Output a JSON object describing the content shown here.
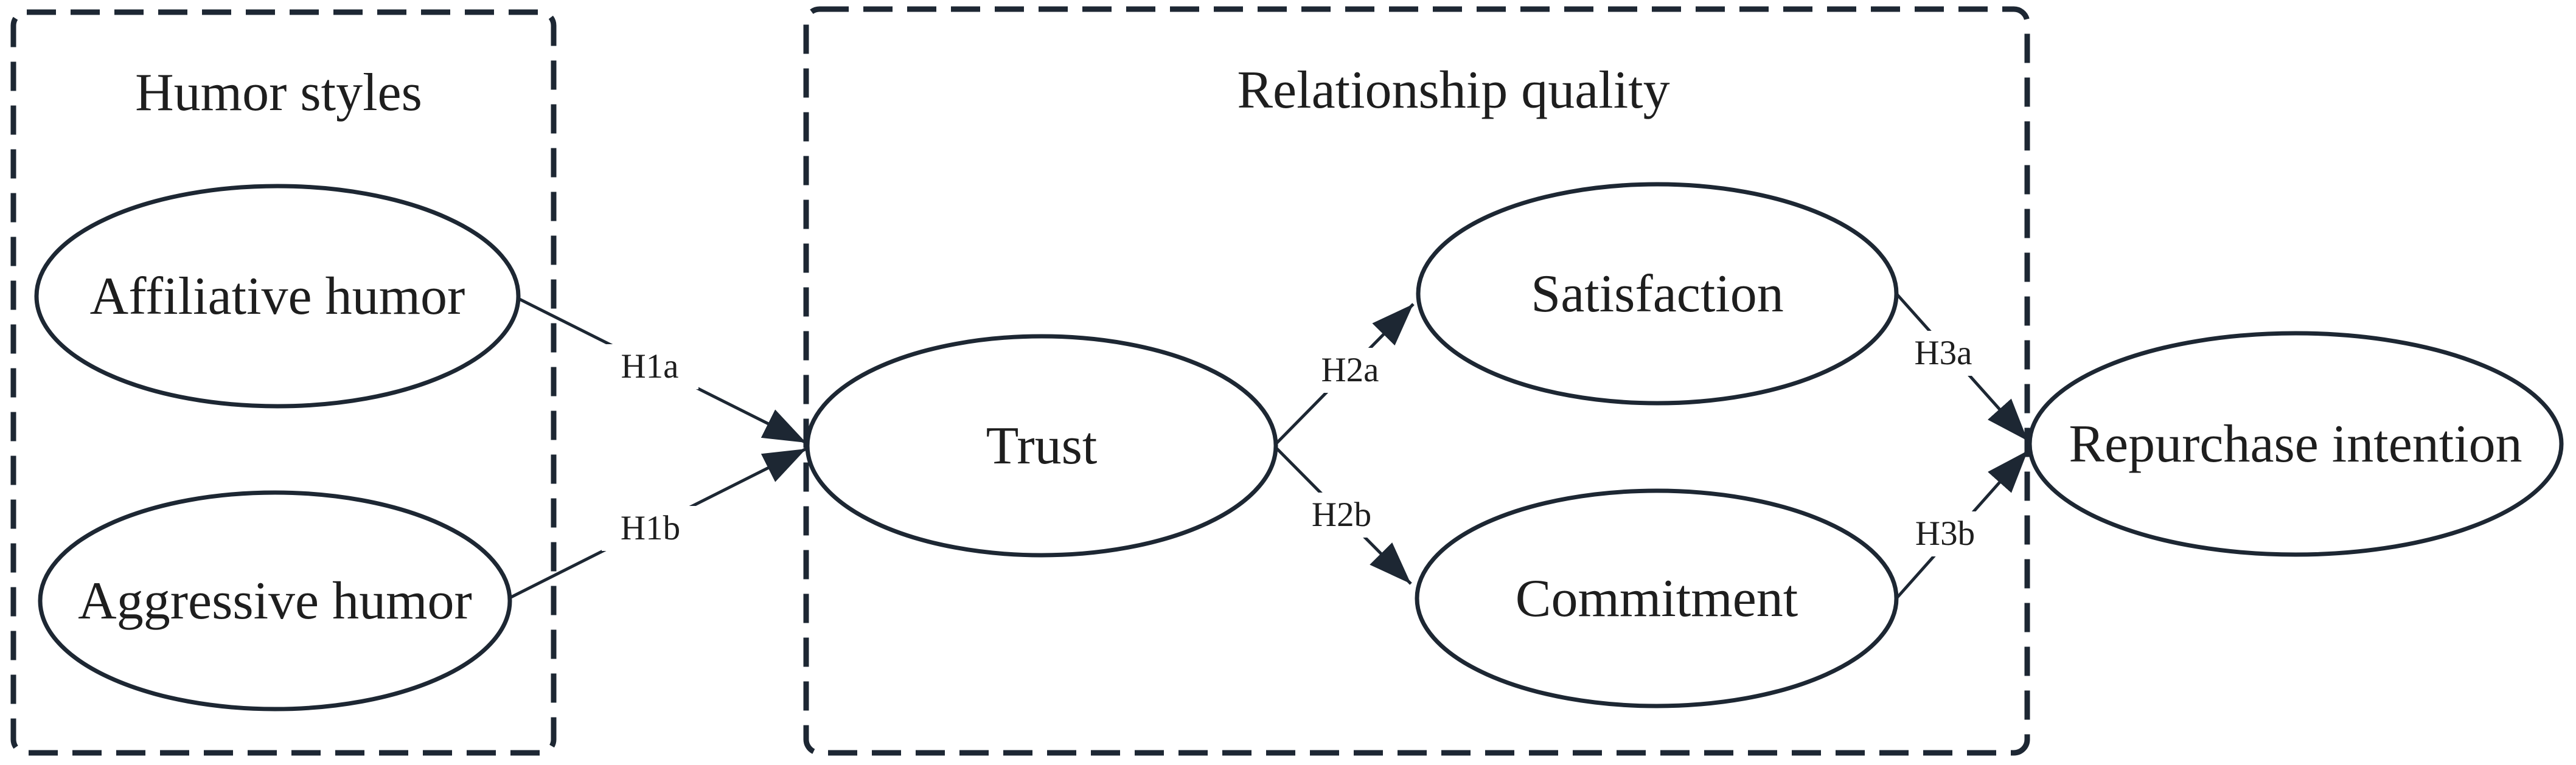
{
  "colors": {
    "stroke": "#1d2733",
    "text": "#1e1e1e",
    "background": "#ffffff"
  },
  "groups": [
    {
      "label": "Humor styles"
    },
    {
      "label": "Relationship quality"
    }
  ],
  "nodes": [
    {
      "label": "Affiliative humor"
    },
    {
      "label": "Aggressive humor"
    },
    {
      "label": "Trust"
    },
    {
      "label": "Satisfaction"
    },
    {
      "label": "Commitment"
    },
    {
      "label": "Repurchase intention"
    }
  ],
  "edges": [
    {
      "label": "H1a",
      "from": "Affiliative humor",
      "to": "Trust"
    },
    {
      "label": "H1b",
      "from": "Aggressive humor",
      "to": "Trust"
    },
    {
      "label": "H2a",
      "from": "Trust",
      "to": "Satisfaction"
    },
    {
      "label": "H2b",
      "from": "Trust",
      "to": "Commitment"
    },
    {
      "label": "H3a",
      "from": "Satisfaction",
      "to": "Repurchase intention"
    },
    {
      "label": "H3b",
      "from": "Commitment",
      "to": "Repurchase intention"
    }
  ]
}
